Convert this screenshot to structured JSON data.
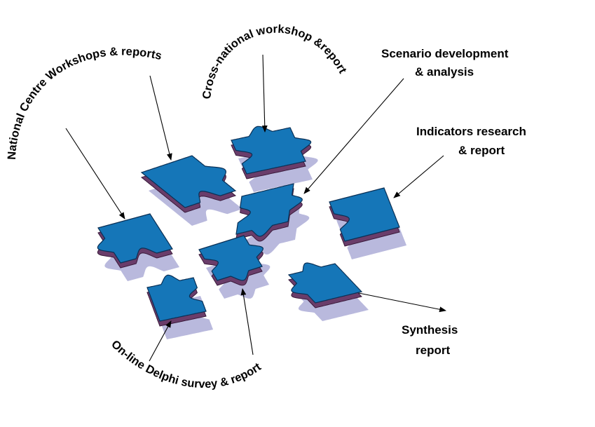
{
  "colors": {
    "piece_top": "#1576b8",
    "piece_side": "#6a3d6a",
    "piece_shadow": "#b9b9dd",
    "text": "#000000"
  },
  "labels": {
    "national_centre": "National Centre Workshops & reports",
    "cross_national": "Cross-national workshop &report",
    "scenario_line1": "Scenario development",
    "scenario_line2": "& analysis",
    "indicators_line1": "Indicators research",
    "indicators_line2": "& report",
    "synthesis_line1": "Synthesis",
    "synthesis_line2": "report",
    "delphi": "On-line Delphi survey & report"
  },
  "pieces": [
    {
      "id": "piece-national-centre",
      "icon": "puzzle-piece-icon"
    },
    {
      "id": "piece-workshops",
      "icon": "puzzle-piece-icon"
    },
    {
      "id": "piece-cross-national",
      "icon": "puzzle-piece-icon"
    },
    {
      "id": "piece-scenario",
      "icon": "puzzle-piece-icon"
    },
    {
      "id": "piece-indicators",
      "icon": "puzzle-piece-icon"
    },
    {
      "id": "piece-delphi-left",
      "icon": "puzzle-piece-icon"
    },
    {
      "id": "piece-delphi-center",
      "icon": "puzzle-piece-icon"
    },
    {
      "id": "piece-synthesis",
      "icon": "puzzle-piece-icon"
    }
  ]
}
